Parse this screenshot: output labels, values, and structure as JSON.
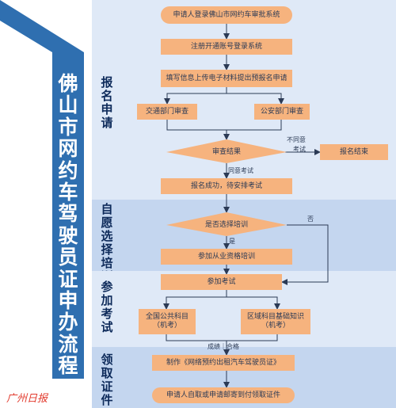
{
  "title": "佛山市网约车驾驶员证申办流程",
  "sections": [
    {
      "label": "报名申请"
    },
    {
      "label": "自愿选择培训"
    },
    {
      "label": "参加考试"
    },
    {
      "label": "领取证件"
    }
  ],
  "nodes": {
    "n1": "申请人登录佛山市网约车审批系统",
    "n2": "注册开通账号登录系统",
    "n3": "填写信息上传电子材料提出预报名申请",
    "n4": "交通部门审查",
    "n5": "公安部门审查",
    "n6": "审查结果",
    "n7": "报名结束",
    "n8": "报名成功，待安排考试",
    "n9": "是否选择培训",
    "n10": "参加从业资格培训",
    "n11": "参加考试",
    "n12": "全国公共科目（机考）",
    "n13": "区域科目基础知识（机考）",
    "n14": "制作《网络预约出租汽车驾驶员证》",
    "n15": "申请人自取或申请邮寄到付领取证件"
  },
  "edge_labels": {
    "disagree": "不同意",
    "exam": "考试",
    "agree_exam": "同意考试",
    "no": "否",
    "yes": "是",
    "pass": "成绩｜合格"
  },
  "watermark": "广州日报",
  "colors": {
    "title_bar": "#2f6fb0",
    "section_light": "#dfe9f7",
    "section_dark": "#c4d6ef",
    "node": "#f6b37e",
    "arrow": "#2b3a55"
  }
}
